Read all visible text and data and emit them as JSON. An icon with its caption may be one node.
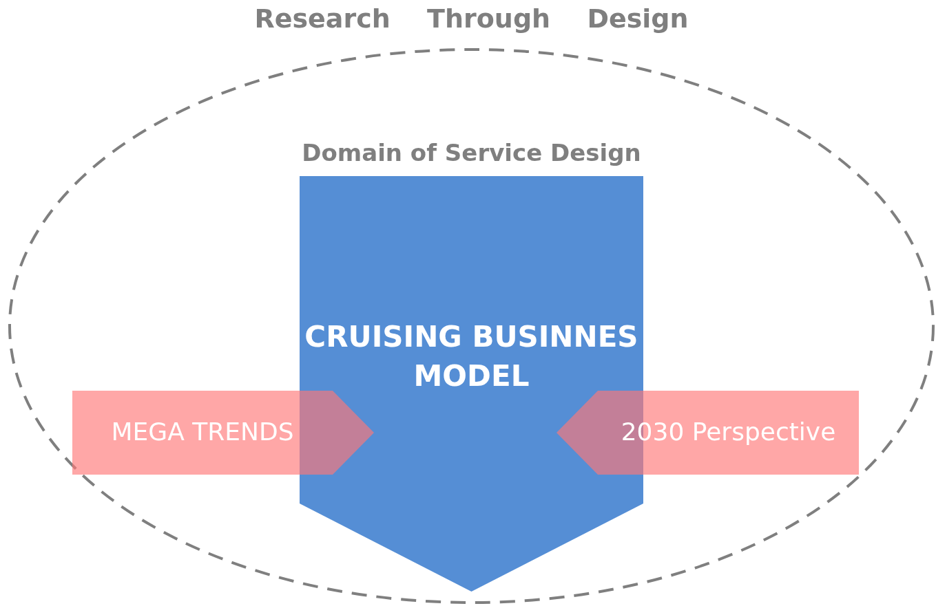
{
  "diagram": {
    "nodes": [
      {
        "text": [
          "Research Through Design"
        ]
      },
      {
        "text": [
          "Domain of Service Design",
          "CRUISING BUSINNES MODEL"
        ],
        "in": 0
      },
      {
        "text": [
          "MEGA TRENDS"
        ],
        "in": 0
      },
      {
        "text": [
          "2030 Perspective"
        ],
        "in": 0
      }
    ]
  }
}
